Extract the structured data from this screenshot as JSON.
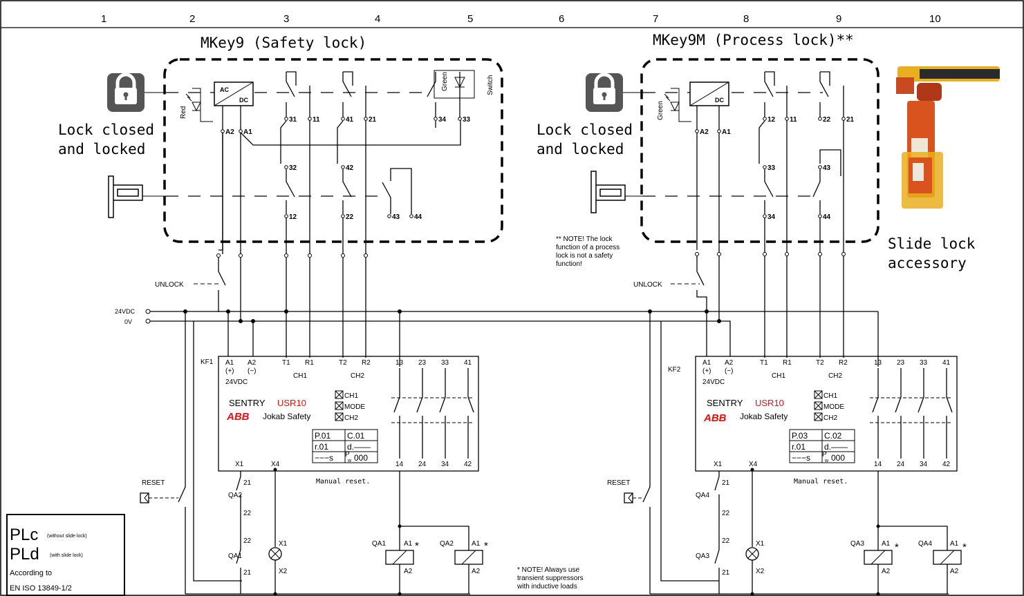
{
  "grid_numbers": [
    "1",
    "2",
    "3",
    "4",
    "5",
    "6",
    "7",
    "8",
    "9",
    "10"
  ],
  "left": {
    "title": "MKey9  (Safety lock)",
    "lock_text": [
      "Lock closed",
      "and locked"
    ],
    "led_label": "Red",
    "indicator_label": "Green",
    "switch_label": "Switch",
    "coil_label_top": "AC",
    "coil_label_bottom": "DC",
    "terminals_top": [
      "A2",
      "A1",
      "31",
      "11",
      "41",
      "21",
      "34",
      "33"
    ],
    "terminals_mid": [
      "32",
      "42"
    ],
    "terminals_bottom": [
      "12",
      "22",
      "43",
      "44"
    ],
    "unlock_label": "UNLOCK",
    "relay": {
      "tag": "KF1",
      "power_terms": [
        "A1",
        "(+)",
        "A2",
        "(−)"
      ],
      "voltage": "24VDC",
      "inputs": [
        "T1",
        "R1",
        "T2",
        "R2"
      ],
      "channels": [
        "CH1",
        "CH2"
      ],
      "outputs_top": [
        "13",
        "23",
        "33",
        "41"
      ],
      "outputs_bottom": [
        "14",
        "24",
        "34",
        "42"
      ],
      "brand": "SENTRY",
      "model": "USR10",
      "maker_logo": "ABB",
      "maker_name": "Jokab Safety",
      "indicators": [
        "CH1",
        "MODE",
        "CH2"
      ],
      "display": [
        "P.01",
        "C.01",
        "r.01",
        "d.——",
        "−−−s",
        "P",
        "w",
        "000"
      ],
      "bottom_terms": [
        "X1",
        "X4"
      ],
      "reset_note": "Manual reset."
    },
    "reset_label": "RESET",
    "contacts": {
      "qa2": "QA2",
      "qa1": "QA1",
      "n21a": "21",
      "n22a": "22",
      "n22b": "22",
      "n21b": "21"
    },
    "lamp": {
      "x1": "X1",
      "x2": "X2"
    },
    "coils": [
      {
        "tag": "QA1",
        "a1": "A1",
        "a2": "A2",
        "star": "*"
      },
      {
        "tag": "QA2",
        "a1": "A1",
        "a2": "A2",
        "star": "*"
      }
    ]
  },
  "right": {
    "title": "MKey9M   (Process lock)**",
    "lock_text": [
      "Lock closed",
      "and locked"
    ],
    "led_label": "Green",
    "coil_label": "DC",
    "terminals_top": [
      "A2",
      "A1",
      "12",
      "11",
      "22",
      "21"
    ],
    "terminals_mid": [
      "33",
      "43"
    ],
    "terminals_bottom": [
      "34",
      "44"
    ],
    "unlock_label": "UNLOCK",
    "relay": {
      "tag": "KF2",
      "power_terms": [
        "A1",
        "(+)",
        "A2",
        "(−)"
      ],
      "voltage": "24VDC",
      "inputs": [
        "T1",
        "R1",
        "T2",
        "R2"
      ],
      "channels": [
        "CH1",
        "CH2"
      ],
      "outputs_top": [
        "13",
        "23",
        "33",
        "41"
      ],
      "outputs_bottom": [
        "14",
        "24",
        "34",
        "42"
      ],
      "brand": "SENTRY",
      "model": "USR10",
      "maker_logo": "ABB",
      "maker_name": "Jokab Safety",
      "indicators": [
        "CH1",
        "MODE",
        "CH2"
      ],
      "display": [
        "P.03",
        "C.02",
        "r.01",
        "d.——",
        "−−−s",
        "P",
        "w",
        "000"
      ],
      "bottom_terms": [
        "X1",
        "X4"
      ],
      "reset_note": "Manual reset."
    },
    "reset_label": "RESET",
    "contacts": {
      "qa4": "QA4",
      "qa3": "QA3",
      "n21a": "21",
      "n22a": "22",
      "n22b": "22",
      "n21b": "21"
    },
    "lamp": {
      "x1": "X1",
      "x2": "X2"
    },
    "coils": [
      {
        "tag": "QA3",
        "a1": "A1",
        "a2": "A2",
        "star": "*"
      },
      {
        "tag": "QA4",
        "a1": "A1",
        "a2": "A2",
        "star": "*"
      }
    ]
  },
  "rails": {
    "plus": "24VDC",
    "zero": "0V"
  },
  "process_note": [
    "** NOTE! The lock",
    "function of a process",
    "lock is not a safety",
    "function!"
  ],
  "suppressor_note": [
    "* NOTE!  Always use",
    "transient suppressors",
    "with inductive loads"
  ],
  "slide_lock": [
    "Slide lock",
    "accessory"
  ],
  "pl_box": {
    "plc": "PLc",
    "plc_note": "(without slide lock)",
    "pld": "PLd",
    "pld_note": "(with slide lock)",
    "line1": "According to",
    "line2": "EN ISO 13849-1/2"
  },
  "colors": {
    "brand_red": "#e01010",
    "logo_bg": "#555555",
    "product_orange": "#d9531e",
    "product_yellow": "#e8b020"
  }
}
